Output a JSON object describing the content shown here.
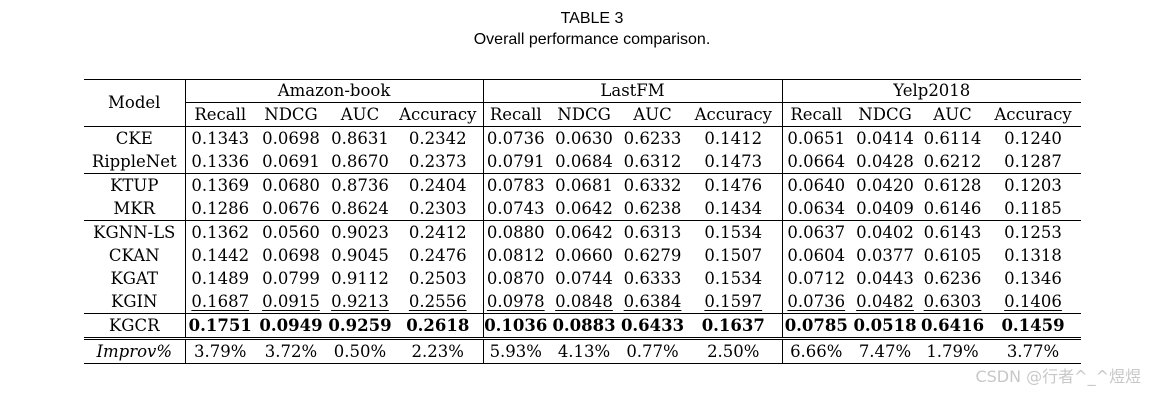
{
  "caption": {
    "label": "TABLE 3",
    "title": "Overall performance comparison."
  },
  "table": {
    "model_header": "Model",
    "datasets": [
      "Amazon-book",
      "LastFM",
      "Yelp2018"
    ],
    "metrics": [
      "Recall",
      "NDCG",
      "AUC",
      "Accuracy"
    ],
    "groups": [
      {
        "rows": [
          {
            "model": "CKE",
            "values": [
              "0.1343",
              "0.0698",
              "0.8631",
              "0.2342",
              "0.0736",
              "0.0630",
              "0.6233",
              "0.1412",
              "0.0651",
              "0.0414",
              "0.6114",
              "0.1240"
            ]
          },
          {
            "model": "RippleNet",
            "values": [
              "0.1336",
              "0.0691",
              "0.8670",
              "0.2373",
              "0.0791",
              "0.0684",
              "0.6312",
              "0.1473",
              "0.0664",
              "0.0428",
              "0.6212",
              "0.1287"
            ]
          }
        ]
      },
      {
        "rows": [
          {
            "model": "KTUP",
            "values": [
              "0.1369",
              "0.0680",
              "0.8736",
              "0.2404",
              "0.0783",
              "0.0681",
              "0.6332",
              "0.1476",
              "0.0640",
              "0.0420",
              "0.6128",
              "0.1203"
            ]
          },
          {
            "model": "MKR",
            "values": [
              "0.1286",
              "0.0676",
              "0.8624",
              "0.2303",
              "0.0743",
              "0.0642",
              "0.6238",
              "0.1434",
              "0.0634",
              "0.0409",
              "0.6146",
              "0.1185"
            ]
          }
        ]
      },
      {
        "rows": [
          {
            "model": "KGNN-LS",
            "values": [
              "0.1362",
              "0.0560",
              "0.9023",
              "0.2412",
              "0.0880",
              "0.0642",
              "0.6313",
              "0.1534",
              "0.0637",
              "0.0402",
              "0.6143",
              "0.1253"
            ]
          },
          {
            "model": "CKAN",
            "values": [
              "0.1442",
              "0.0698",
              "0.9045",
              "0.2476",
              "0.0812",
              "0.0660",
              "0.6279",
              "0.1507",
              "0.0604",
              "0.0377",
              "0.6105",
              "0.1318"
            ]
          },
          {
            "model": "KGAT",
            "values": [
              "0.1489",
              "0.0799",
              "0.9112",
              "0.2503",
              "0.0870",
              "0.0744",
              "0.6333",
              "0.1534",
              "0.0712",
              "0.0443",
              "0.6236",
              "0.1346"
            ]
          },
          {
            "model": "KGIN",
            "values": [
              "0.1687",
              "0.0915",
              "0.9213",
              "0.2556",
              "0.0978",
              "0.0848",
              "0.6384",
              "0.1597",
              "0.0736",
              "0.0482",
              "0.6303",
              "0.1406"
            ],
            "style": "underline"
          }
        ]
      },
      {
        "rows": [
          {
            "model": "KGCR",
            "values": [
              "0.1751",
              "0.0949",
              "0.9259",
              "0.2618",
              "0.1036",
              "0.0883",
              "0.6433",
              "0.1637",
              "0.0785",
              "0.0518",
              "0.6416",
              "0.1459"
            ],
            "style": "bold"
          }
        ]
      }
    ],
    "improvement": {
      "label": "Improv%",
      "values": [
        "3.79%",
        "3.72%",
        "0.50%",
        "2.23%",
        "5.93%",
        "4.13%",
        "0.77%",
        "2.50%",
        "6.66%",
        "7.47%",
        "1.79%",
        "3.77%"
      ]
    }
  },
  "watermark": "CSDN @行者^_^煜煜"
}
